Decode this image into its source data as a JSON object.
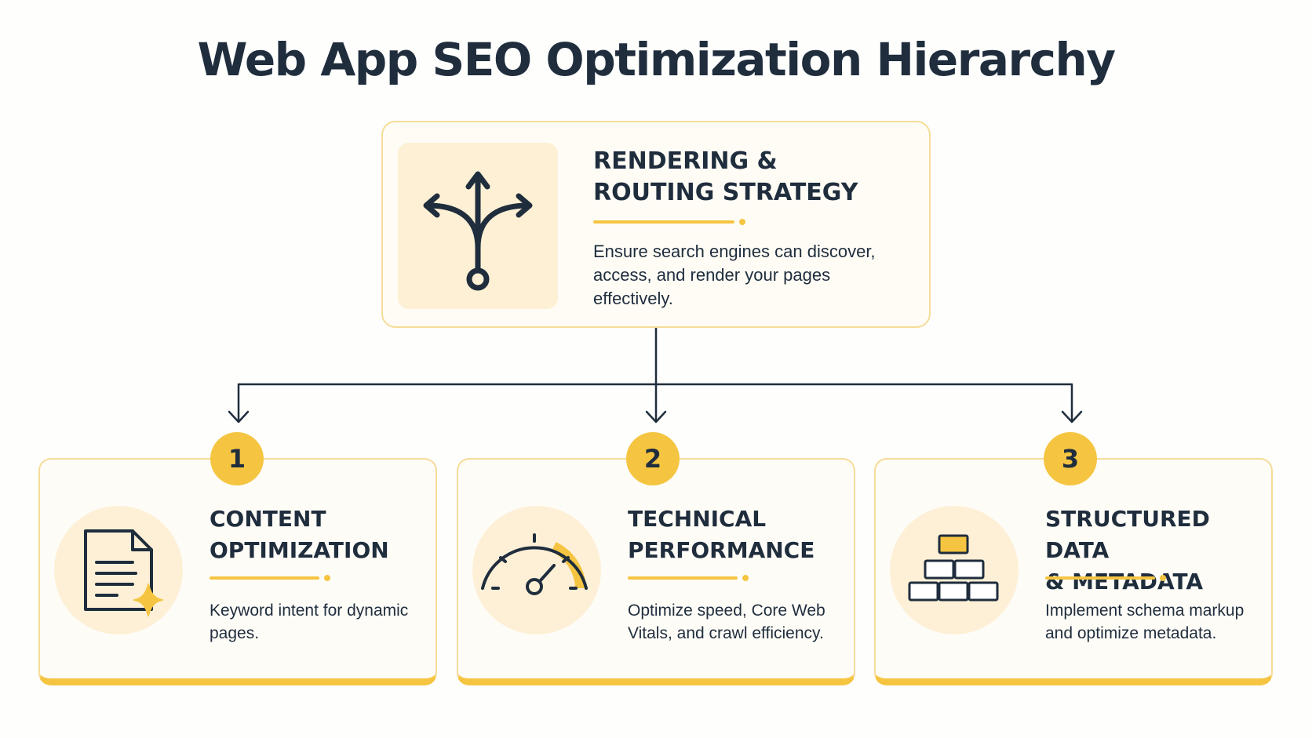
{
  "title": "Web App SEO Optimization Hierarchy",
  "colors": {
    "accent": "#f5c542",
    "border": "#f6dc98",
    "text": "#1f2d3d",
    "icon_bg": "#fdf0d6"
  },
  "root": {
    "icon": "fork-arrows-icon",
    "title": "RENDERING &\nROUTING STRATEGY",
    "description": "Ensure search engines can discover, access, and render your pages effectively."
  },
  "children": [
    {
      "number": "1",
      "icon": "document-sparkle-icon",
      "title": "CONTENT\nOPTIMIZATION",
      "description": "Keyword intent for dynamic pages."
    },
    {
      "number": "2",
      "icon": "speedometer-icon",
      "title": "TECHNICAL\nPERFORMANCE",
      "description": "Optimize speed, Core Web Vitals, and crawl efficiency."
    },
    {
      "number": "3",
      "icon": "hierarchy-blocks-icon",
      "title": "STRUCTURED DATA\n& METADATA",
      "description": "Implement schema markup and optimize metadata."
    }
  ]
}
